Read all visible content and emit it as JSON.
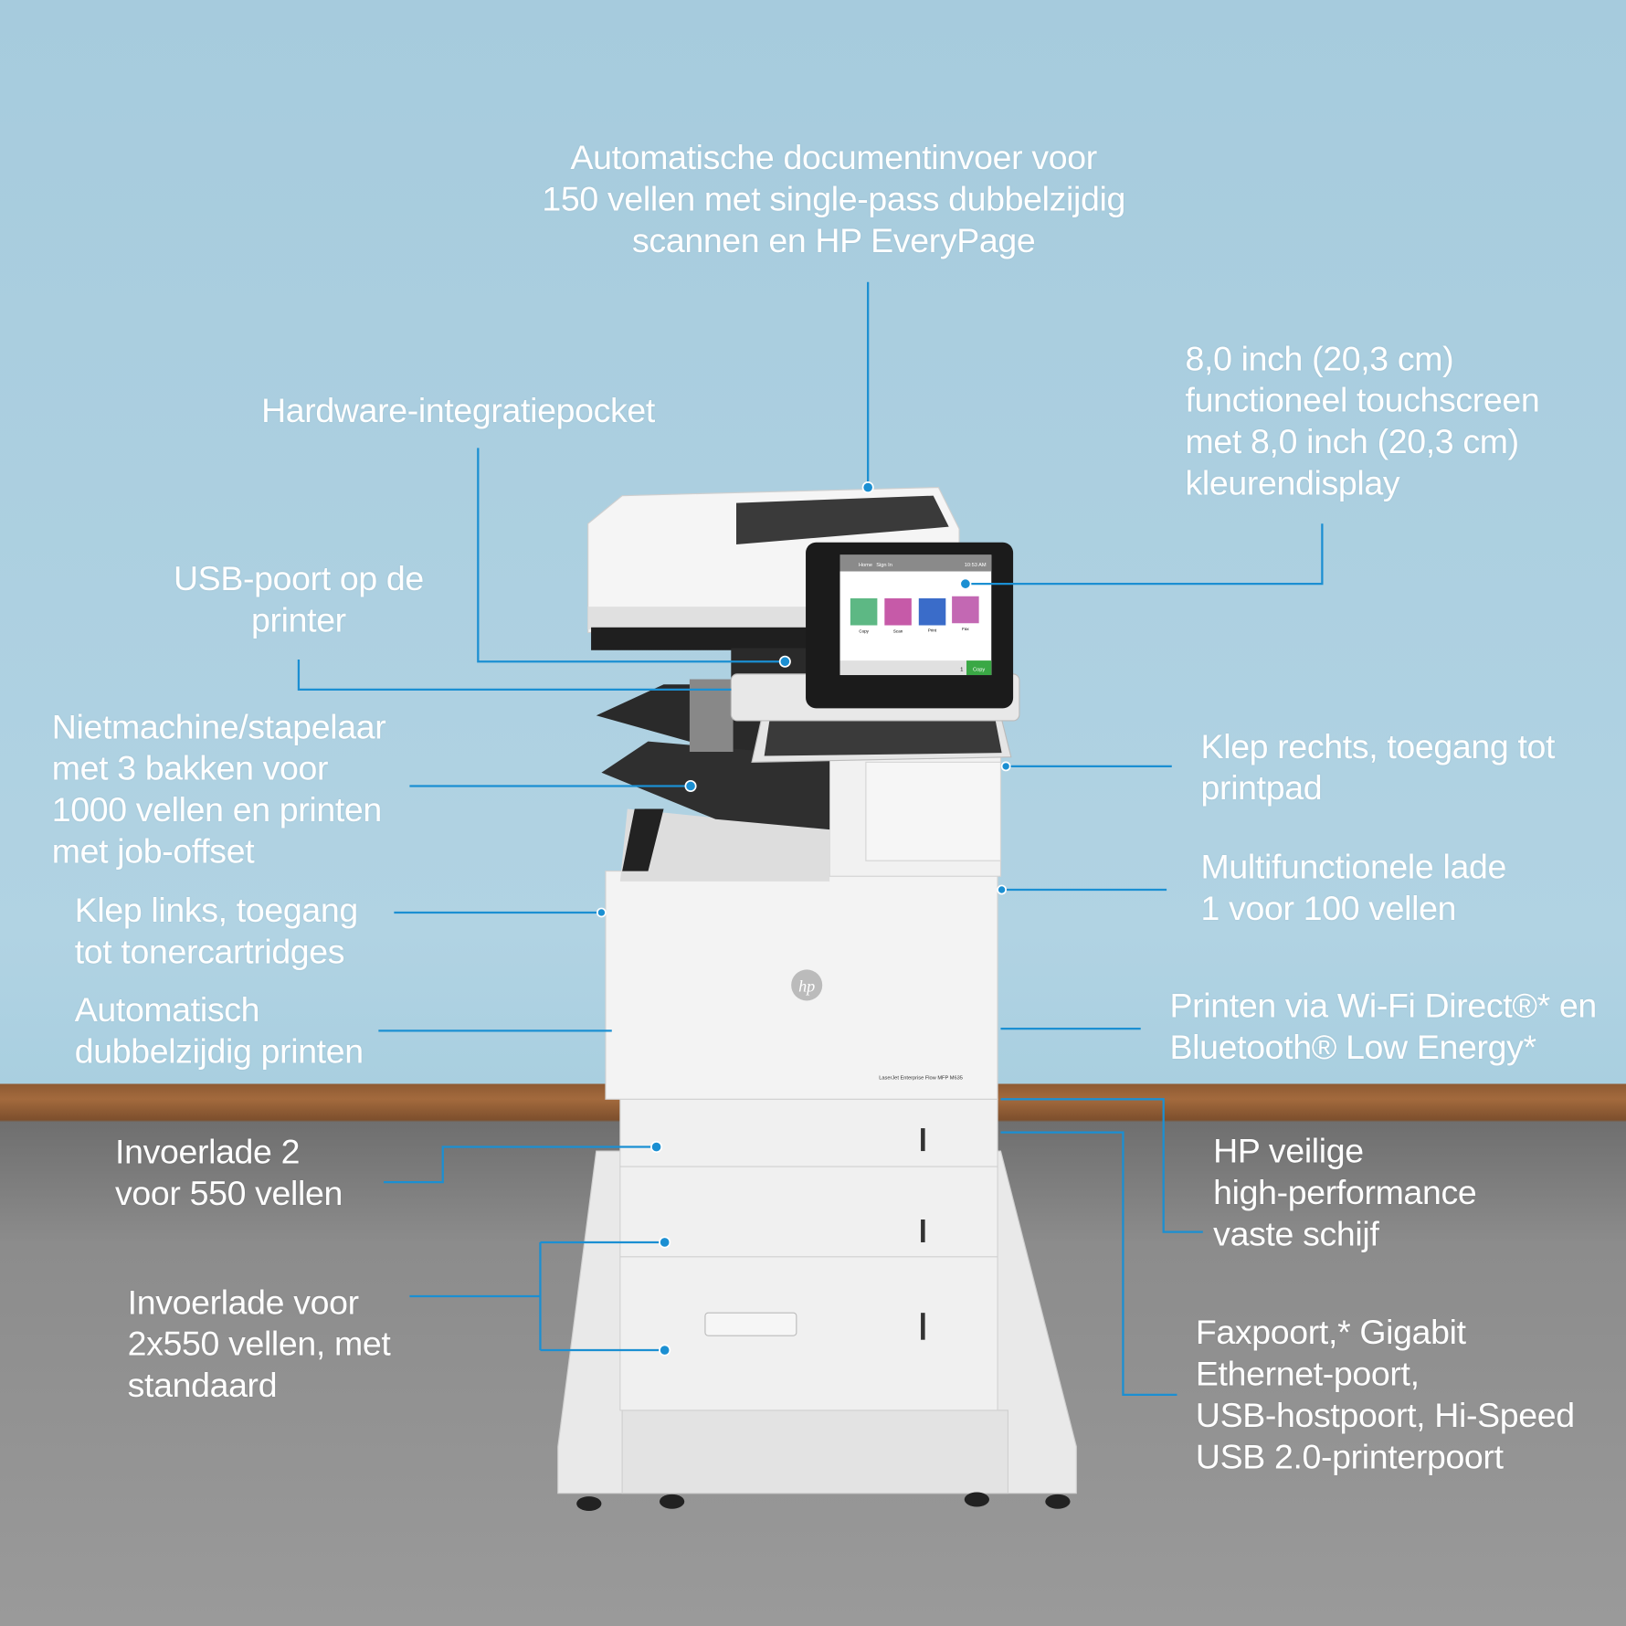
{
  "callouts": {
    "adf": "Automatische documentinvoer voor\n150 vellen met single-pass dubbelzijdig\nscannen en HP EveryPage",
    "hip": "Hardware-integratiepocket",
    "usb": "USB-poort op de\nprinter",
    "stapler": "Nietmachine/stapelaar\nmet 3 bakken voor\n1000 vellen en printen\nmet job-offset",
    "left_door": "Klep links, toegang\ntot tonercartridges",
    "duplex": "Automatisch\ndubbelzijdig printen",
    "tray2": "Invoerlade 2\nvoor 550 vellen",
    "tray_stand": "Invoerlade voor\n2x550 vellen, met\nstandaard",
    "touchscreen": "8,0 inch (20,3 cm)\nfunctioneel touchscreen\nmet 8,0 inch (20,3 cm)\nkleurendisplay",
    "right_door": "Klep rechts, toegang tot\nprintpad",
    "mp_tray": "Multifunctionele lade\n1 voor 100 vellen",
    "wireless": "Printen via Wi-Fi Direct®* en\nBluetooth® Low Energy*",
    "hdd": "HP veilige\nhigh-performance\nvaste schijf",
    "ports": "Faxpoort,* Gigabit\nEthernet-poort,\nUSB-hostpoort, Hi-Speed\nUSB 2.0-printerpoort"
  },
  "screen": {
    "tabs": [
      "Home",
      "Sign In"
    ],
    "time": "10:53 AM",
    "apps": [
      "Copy",
      "Scan",
      "Print",
      "Fax"
    ],
    "copies": "1",
    "start": "Copy"
  },
  "product": {
    "brand_logo": "hp",
    "model": "LaserJet Enterprise Flow MFP M635"
  },
  "colors": {
    "callout_line": "#1b8fd2",
    "text": "#ffffff"
  }
}
